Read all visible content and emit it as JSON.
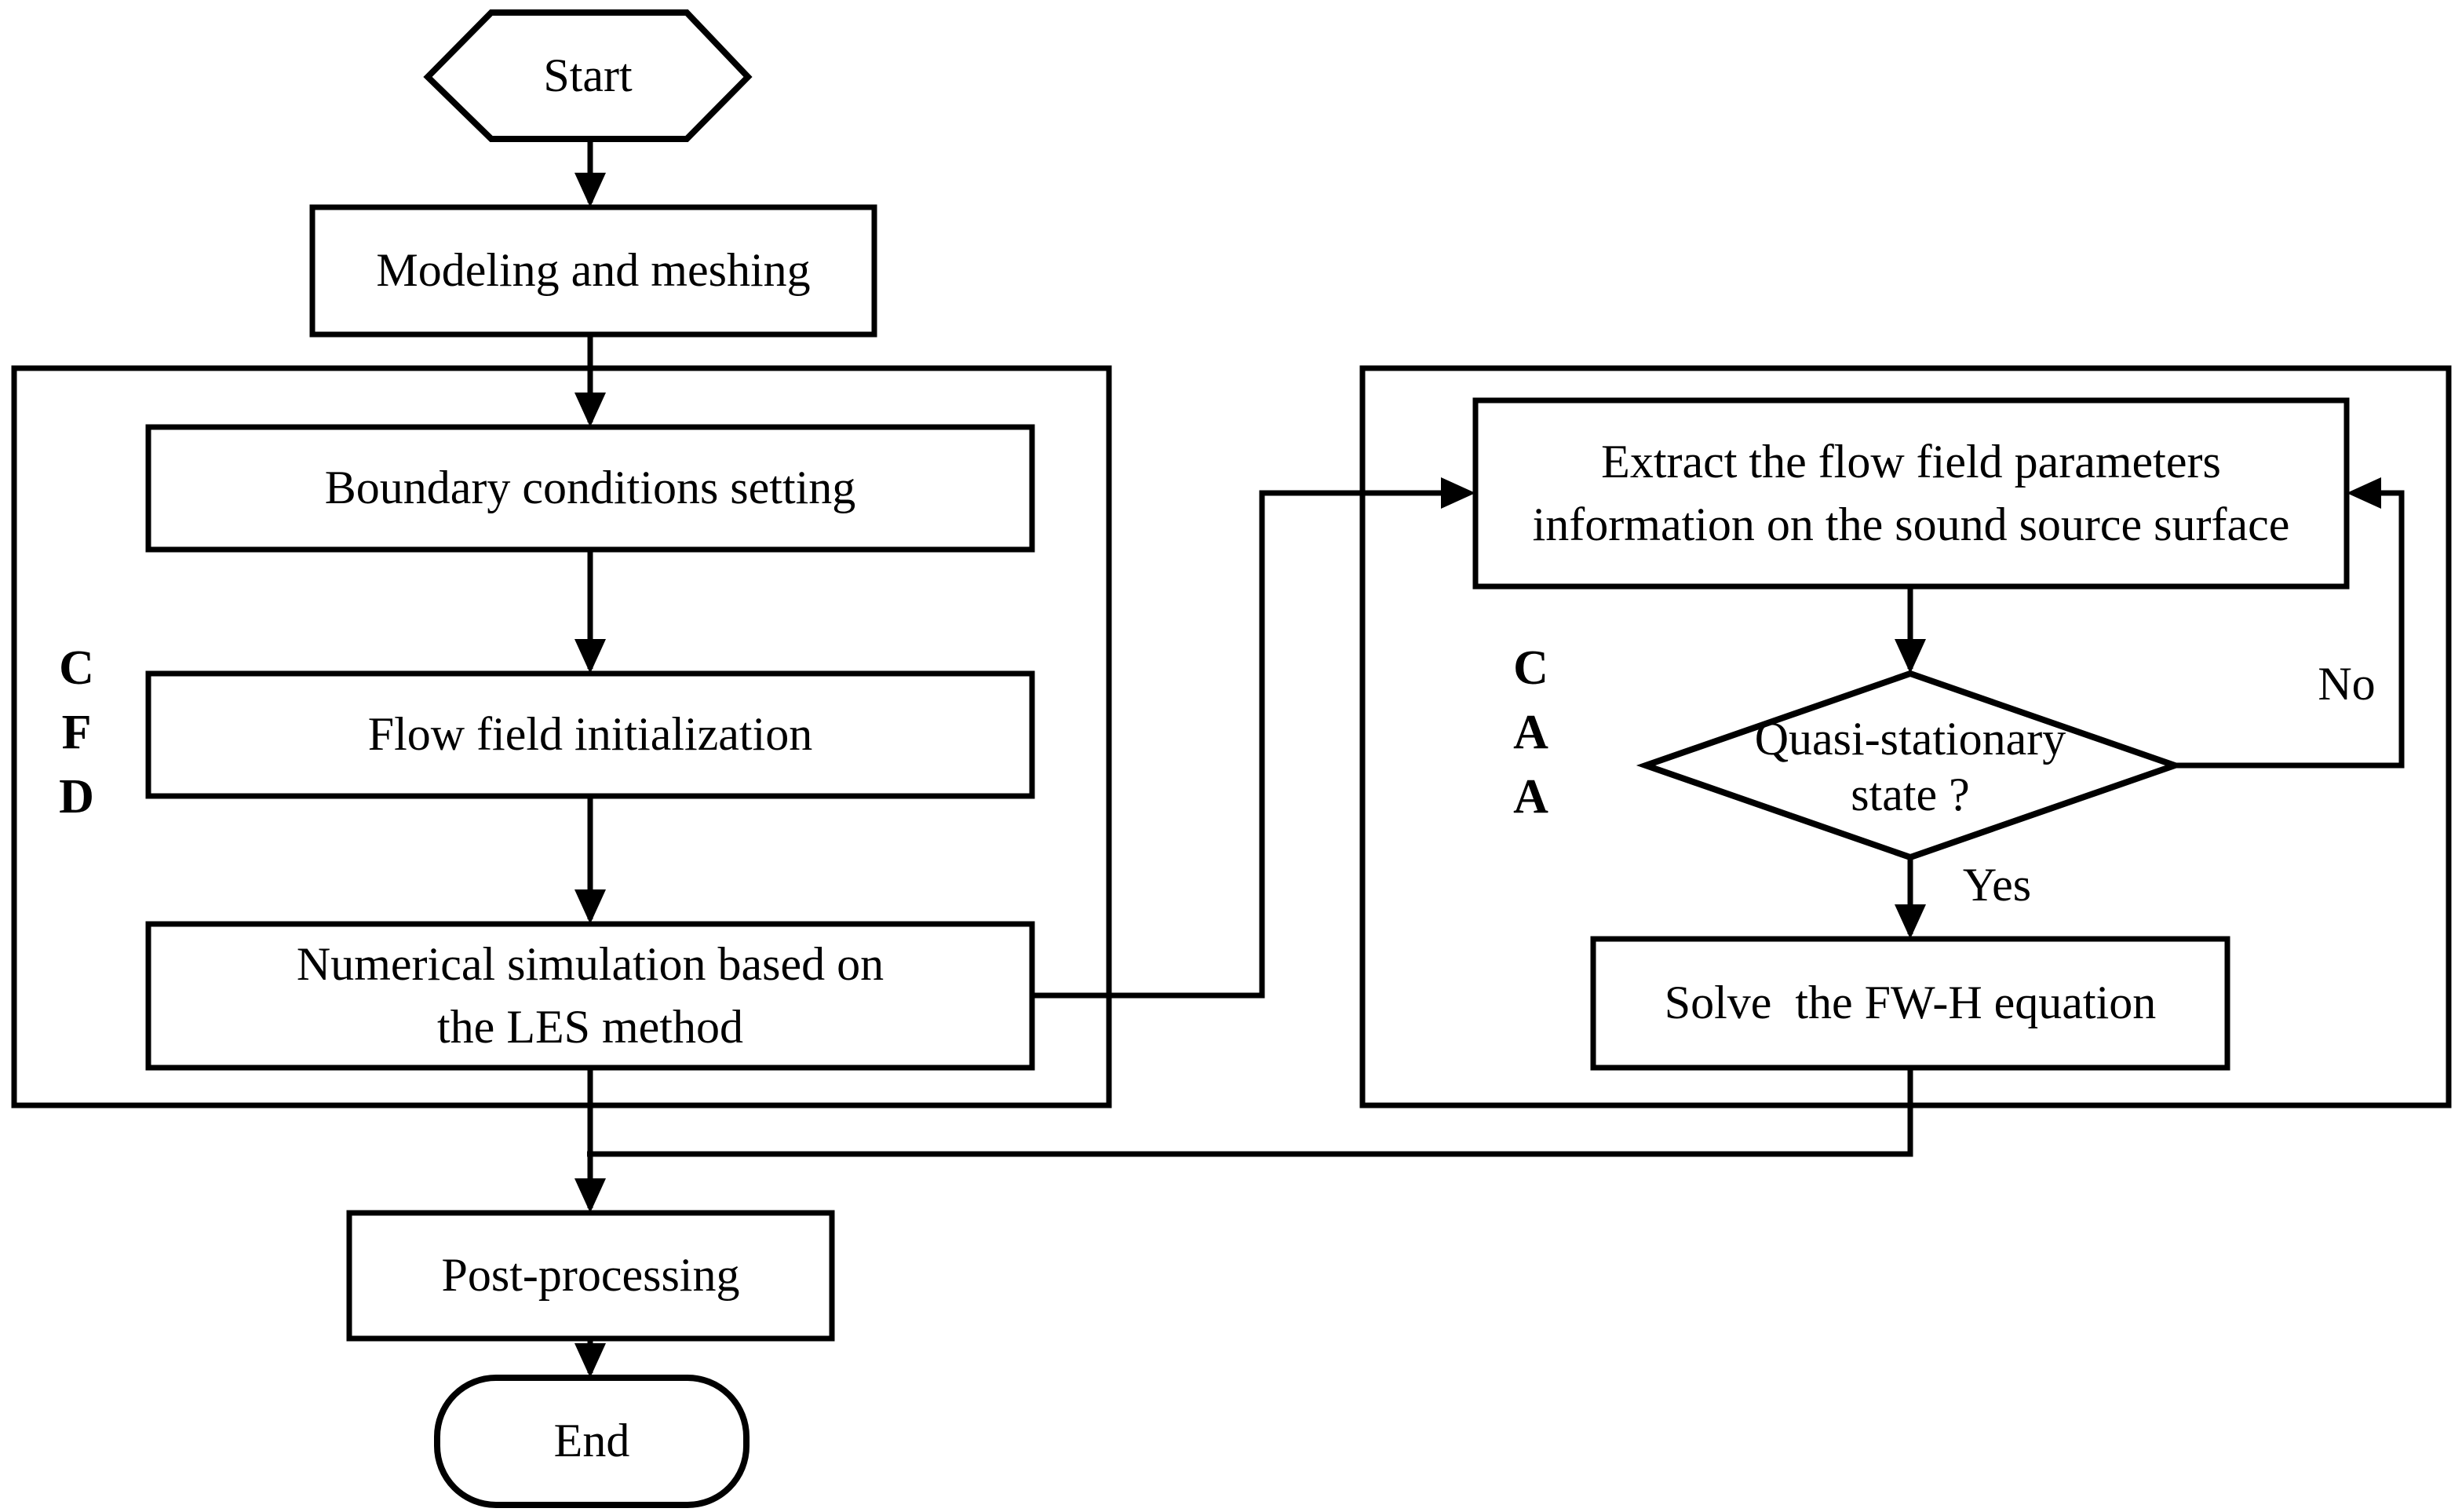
{
  "flowchart": {
    "background": "#ffffff",
    "stroke_color": "#000000",
    "nodes": {
      "start": {
        "label": "Start",
        "type": "hexagon"
      },
      "modeling": {
        "label": "Modeling and meshing",
        "type": "process"
      },
      "boundary": {
        "label": "Boundary conditions setting",
        "type": "process"
      },
      "flow_init": {
        "label": "Flow field initialization",
        "type": "process"
      },
      "numerical": {
        "label": "Numerical simulation based on\nthe LES method",
        "type": "process"
      },
      "extract": {
        "label": "Extract the flow field parameters\ninformation on the sound source surface",
        "type": "process"
      },
      "decision": {
        "label": "Quasi-stationary\nstate ?",
        "type": "decision"
      },
      "solve": {
        "label": "Solve  the FW-H equation",
        "type": "process"
      },
      "post": {
        "label": "Post-processing",
        "type": "process"
      },
      "end": {
        "label": "End",
        "type": "terminator"
      }
    },
    "groups": {
      "cfd": {
        "letters": [
          "C",
          "F",
          "D"
        ]
      },
      "caa": {
        "letters": [
          "C",
          "A",
          "A"
        ]
      }
    },
    "edge_labels": {
      "yes": "Yes",
      "no": "No"
    }
  }
}
